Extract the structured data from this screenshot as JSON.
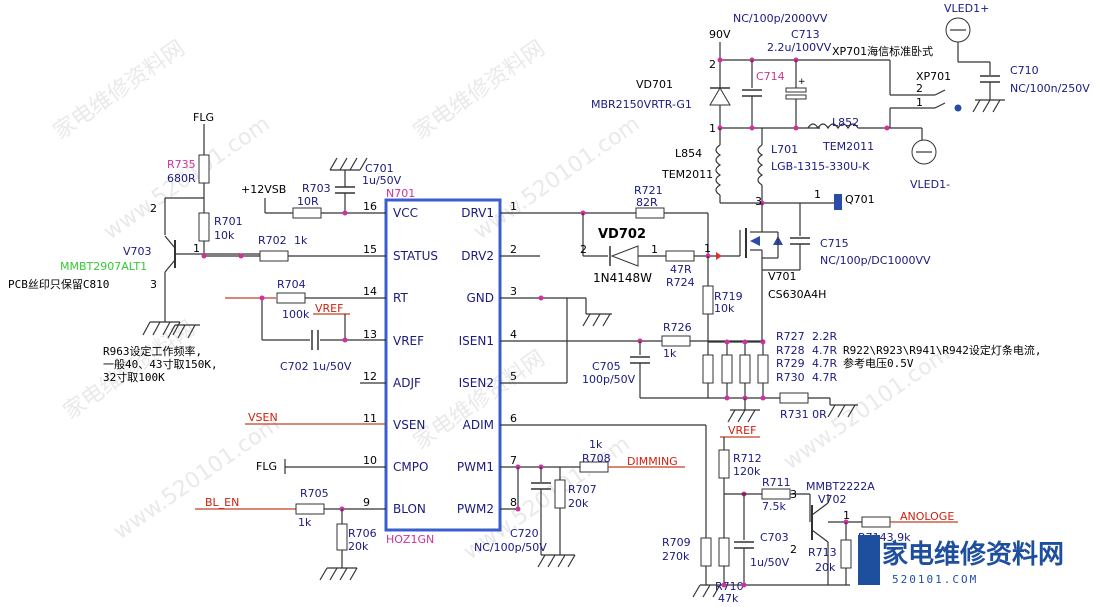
{
  "ic": {
    "ref": "N701",
    "part": "HOZ1GN",
    "left_pins": [
      {
        "num": "16",
        "name": "VCC"
      },
      {
        "num": "15",
        "name": "STATUS"
      },
      {
        "num": "14",
        "name": "RT"
      },
      {
        "num": "13",
        "name": "VREF"
      },
      {
        "num": "12",
        "name": "ADJF"
      },
      {
        "num": "11",
        "name": "VSEN"
      },
      {
        "num": "10",
        "name": "CMPO"
      },
      {
        "num": "9",
        "name": "BLON"
      }
    ],
    "right_pins": [
      {
        "num": "1",
        "name": "DRV1"
      },
      {
        "num": "2",
        "name": "DRV2"
      },
      {
        "num": "3",
        "name": "GND"
      },
      {
        "num": "4",
        "name": "ISEN1"
      },
      {
        "num": "5",
        "name": "ISEN2"
      },
      {
        "num": "6",
        "name": "ADIM"
      },
      {
        "num": "7",
        "name": "PWM1"
      },
      {
        "num": "8",
        "name": "PWM2"
      }
    ]
  },
  "labels": {
    "flg_top": "FLG",
    "r735": "R735",
    "r735_val": "680R",
    "r701": "R701",
    "r701_val": "10k",
    "v703": "V703",
    "v703_part": "MMBT2907ALT1",
    "v703_note": "PCB丝印只保留C810",
    "v12": "+12VSB",
    "r703": "R703",
    "r703_val": "10R",
    "c701": "C701",
    "c701_val": "1u/50V",
    "r702": "R702",
    "r702_val": "1k",
    "r704": "R704",
    "r704_val": "100k",
    "vref1": "VREF",
    "c702": "C702 1u/50V",
    "note_r963_1": "R963设定工作频率,",
    "note_r963_2": "一般40、43寸取150K,",
    "note_r963_3": "32寸取100K",
    "vsen": "VSEN",
    "flg_mid": "FLG",
    "bl_en": "BL_EN",
    "r705": "R705",
    "r705_val": "1k",
    "r706": "R706",
    "r706_val": "20k",
    "r721": "R721",
    "r721_val": "82R",
    "vd702": "VD702",
    "vd702_part": "1N4148W",
    "r724_val": "47R",
    "r724": "R724",
    "r719": "R719",
    "r719_val": "10k",
    "r726": "R726",
    "r726_val": "1k",
    "c705": "C705",
    "c705_val": "100p/50V",
    "r727": "R727",
    "r727_val": "2.2R",
    "r728": "R728",
    "r728_val": "4.7R",
    "r729": "R729",
    "r729_val": "4.7R",
    "r730": "R730",
    "r730_val": "4.7R",
    "r731": "R731 0R",
    "note_r922_1": "R922\\R923\\R941\\R942设定灯条电流,",
    "note_r922_2": "参考电压0.5V",
    "r708_val": "1k",
    "r708": "R708",
    "dimming": "DIMMING",
    "r707": "R707",
    "r707_val": "20k",
    "c720": "C720",
    "c720_val": "NC/100p/50V",
    "vref2": "VREF",
    "r712": "R712",
    "r712_val": "120k",
    "r711": "R711",
    "r711_val": "7.5k",
    "v702_part": "MMBT2222A",
    "v702": "V702",
    "anologe": "ANOLOGE",
    "r714": "R7143.9k",
    "r709": "R709",
    "r709_val": "270k",
    "c703": "C703",
    "c703_val": "1u/50V",
    "r713": "R713",
    "r713_val": "20k",
    "r710": "R710",
    "r710_val": "47k",
    "v90": "90V",
    "c713_nc": "NC/100p/2000VV",
    "c713": "C713",
    "c713_val": "2.2u/100VV",
    "xp701_note": "XP701海信标准卧式",
    "vd701": "VD701",
    "vd701_part": "MBR2150VRTR-G1",
    "c714": "C714",
    "vled_plus": "VLED1+",
    "c710": "C710",
    "c710_val": "NC/100n/250V",
    "xp701": "XP701",
    "l852": "L852",
    "l852_part": "TEM2011",
    "l854": "L854",
    "l854_part": "TEM2011",
    "l701": "L701",
    "l701_part": "LGB-1315-330U-K",
    "vled_minus": "VLED1-",
    "q701": "Q701",
    "c715": "C715",
    "c715_val": "NC/100p/DC1000VV",
    "v701": "V701",
    "v701_part": "CS630A4H",
    "pin_1": "1",
    "pin_2": "2",
    "pin_3": "3"
  },
  "watermark": {
    "text_cn": "家电维修资料网",
    "text_url": "www.520101.com",
    "logo_cn": "家电维修资料网",
    "logo_url": "520101.COM"
  }
}
